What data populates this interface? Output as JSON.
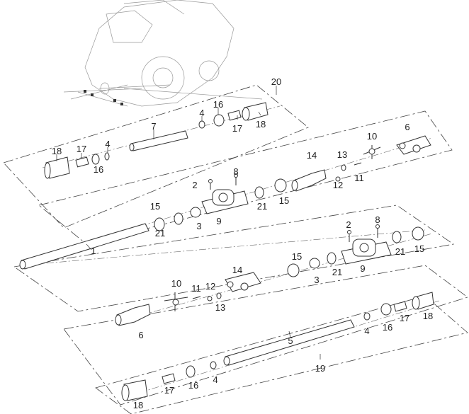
{
  "callouts": [
    "20",
    "4",
    "16",
    "17",
    "18",
    "7",
    "18",
    "17",
    "4",
    "16",
    "6",
    "10",
    "14",
    "13",
    "12",
    "11",
    "8",
    "2",
    "15",
    "21",
    "3",
    "9",
    "21",
    "15",
    "1",
    "8",
    "2",
    "21",
    "15",
    "9",
    "15",
    "14",
    "3",
    "21",
    "10",
    "11",
    "12",
    "13",
    "6",
    "4",
    "16",
    "17",
    "18",
    "5",
    "19",
    "17",
    "16",
    "4",
    "18"
  ]
}
